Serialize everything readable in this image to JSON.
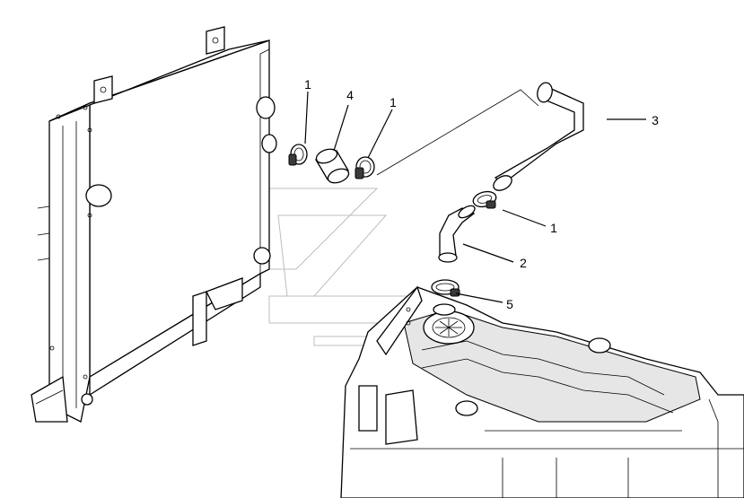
{
  "callouts": {
    "c1a": "1",
    "c4": "4",
    "c1b": "1",
    "c3": "3",
    "c1c": "1",
    "c2": "2",
    "c5": "5"
  }
}
